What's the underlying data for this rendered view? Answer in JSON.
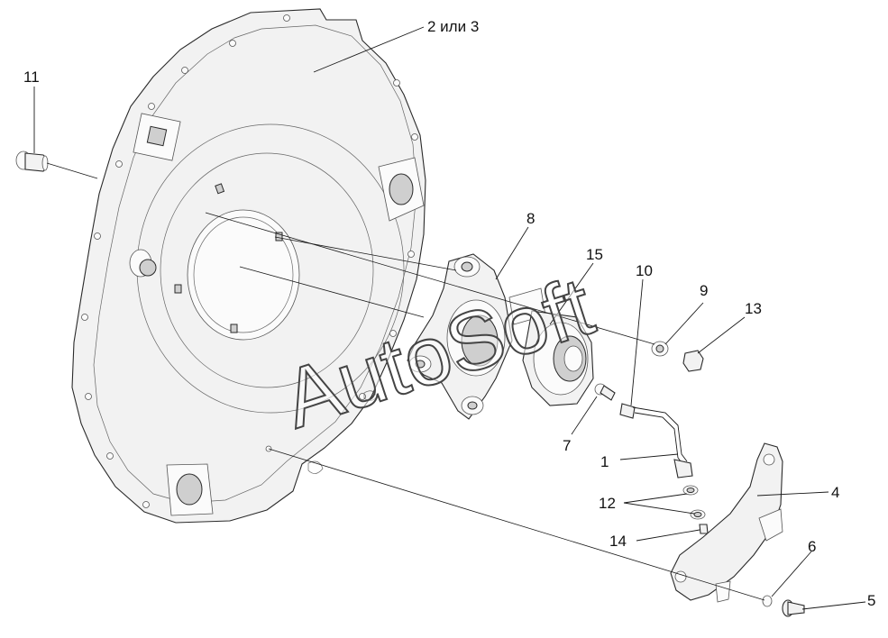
{
  "diagram": {
    "callouts": {
      "c1": "1",
      "c2or3": "2 или 3",
      "c4": "4",
      "c5": "5",
      "c6": "6",
      "c7": "7",
      "c8": "8",
      "c9": "9",
      "c10": "10",
      "c11": "11",
      "c12": "12",
      "c13": "13",
      "c14": "14",
      "c15": "15"
    },
    "watermark": "AutoSoft"
  }
}
